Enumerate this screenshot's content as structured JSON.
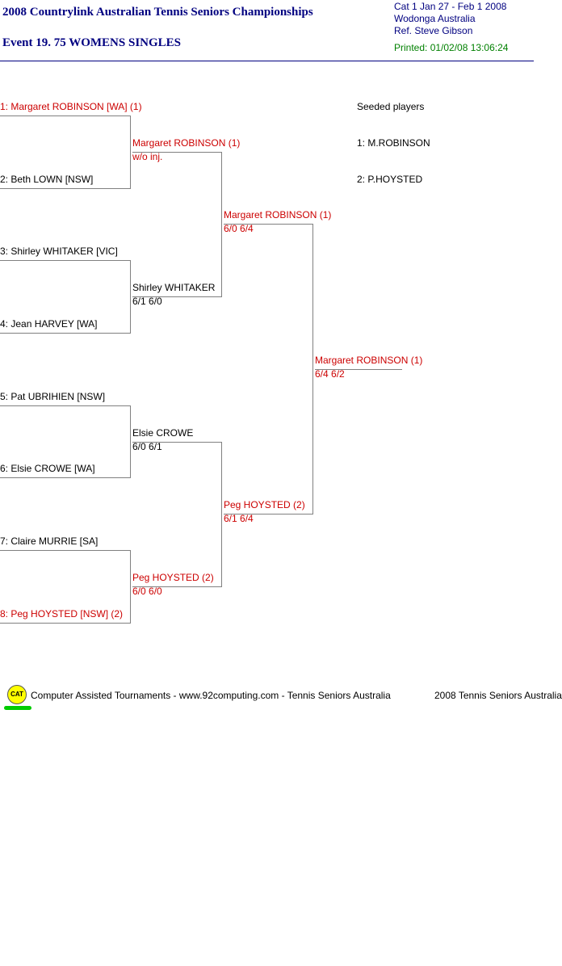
{
  "header": {
    "title": "2008 Countrylink Australian Tennis Seniors Championships",
    "event": "Event 19. 75 WOMENS SINGLES",
    "cat_dates": "Cat 1   Jan 27 - Feb 1 2008",
    "location": "Wodonga   Australia",
    "referee": "Ref. Steve Gibson",
    "printed": "Printed: 01/02/08 13:06:24"
  },
  "round1": [
    {
      "label": "1: Margaret ROBINSON [WA] (1)",
      "seeded": true
    },
    {
      "label": "2: Beth LOWN [NSW]",
      "seeded": false
    },
    {
      "label": "3: Shirley WHITAKER [VIC]",
      "seeded": false
    },
    {
      "label": "4: Jean HARVEY [WA]",
      "seeded": false
    },
    {
      "label": "5: Pat UBRIHIEN [NSW]",
      "seeded": false
    },
    {
      "label": "6: Elsie CROWE [WA]",
      "seeded": false
    },
    {
      "label": "7: Claire MURRIE [SA]",
      "seeded": false
    },
    {
      "label": "8: Peg HOYSTED [NSW] (2)",
      "seeded": true
    }
  ],
  "round2": [
    {
      "winner": "Margaret ROBINSON (1)",
      "score": "w/o inj.",
      "seeded": true
    },
    {
      "winner": "Shirley WHITAKER",
      "score": "6/1 6/0",
      "seeded": false
    },
    {
      "winner": "Elsie CROWE",
      "score": "6/0 6/1",
      "seeded": false
    },
    {
      "winner": "Peg HOYSTED (2)",
      "score": "6/0 6/0",
      "seeded": true
    }
  ],
  "semis": [
    {
      "winner": "Margaret ROBINSON (1)",
      "score": "6/0 6/4",
      "seeded": true
    },
    {
      "winner": "Peg HOYSTED (2)",
      "score": "6/1 6/4",
      "seeded": true
    }
  ],
  "final": {
    "winner": "Margaret ROBINSON (1)",
    "score": "6/4 6/2"
  },
  "seeds": {
    "heading": "Seeded players",
    "items": [
      "1: M.ROBINSON",
      "2: P.HOYSTED"
    ]
  },
  "footer": {
    "logo_text": "CAT",
    "credit": "Computer Assisted Tournaments - www.92computing.com -  Tennis Seniors Australia",
    "right_text": "2008 Tennis Seniors Australia"
  },
  "colors": {
    "title": "#000080",
    "seeded": "#cc0000",
    "printed": "#008000"
  }
}
